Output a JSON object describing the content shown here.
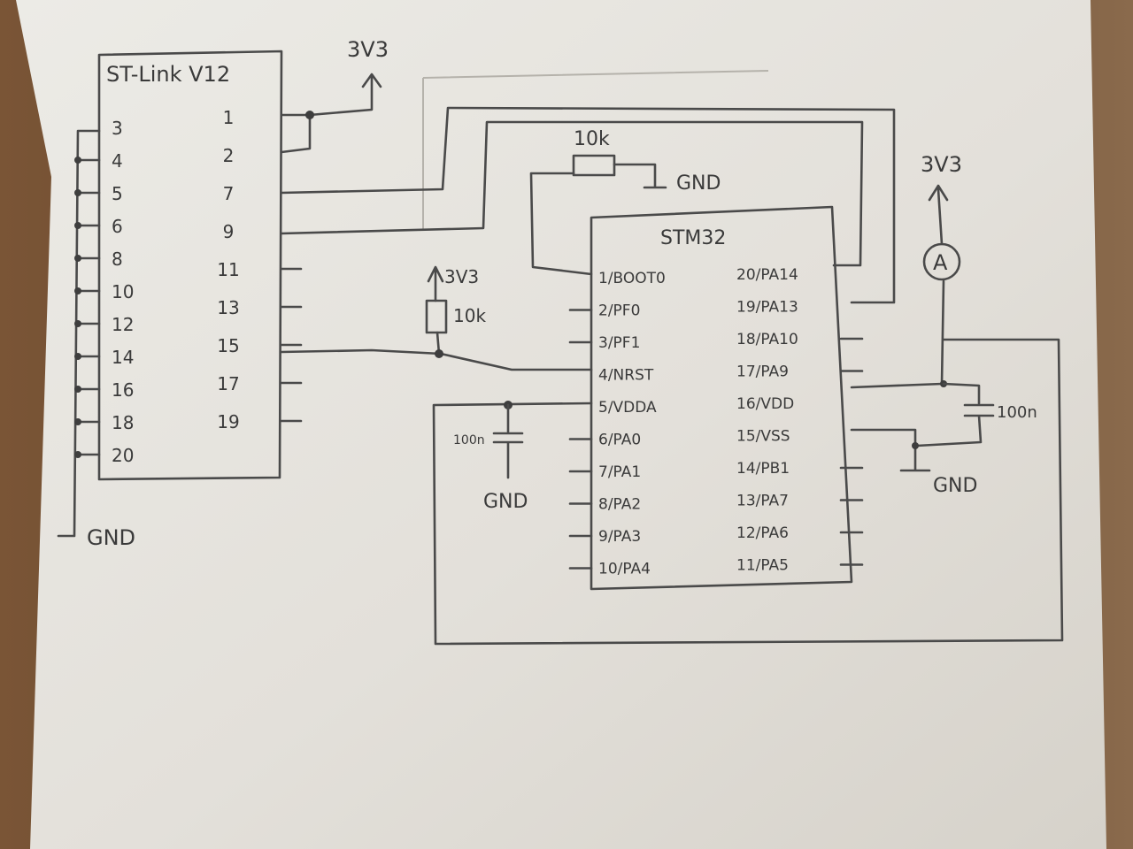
{
  "stlink": {
    "title": "ST-Link V12",
    "left_pins": [
      "3",
      "4",
      "5",
      "6",
      "8",
      "10",
      "12",
      "14",
      "16",
      "18",
      "20"
    ],
    "right_pins": [
      "1",
      "2",
      "7",
      "9",
      "11",
      "13",
      "15",
      "17",
      "19"
    ]
  },
  "stm32": {
    "title": "STM32",
    "left_pins": [
      "1/BOOT0",
      "2/PF0",
      "3/PF1",
      "4/NRST",
      "5/VDDA",
      "6/PA0",
      "7/PA1",
      "8/PA2",
      "9/PA3",
      "10/PA4"
    ],
    "right_pins": [
      "20/PA14",
      "19/PA13",
      "18/PA10",
      "17/PA9",
      "16/VDD",
      "15/VSS",
      "14/PB1",
      "13/PA7",
      "12/PA6",
      "11/PA5"
    ]
  },
  "labels": {
    "v3v3_top": "3V3",
    "v3v3_resistor": "3V3",
    "v3v3_ammeter": "3V3",
    "gnd_stlink": "GND",
    "gnd_boot": "GND",
    "gnd_vdda_cap": "GND",
    "gnd_vdd_cap": "GND",
    "res_boot": "10k",
    "res_nrst": "10k",
    "cap_vdda": "100n",
    "cap_vdd": "100n",
    "ammeter": "A"
  },
  "colors": {
    "paper": "#e6e3dd",
    "pencil": "#4a4a4a",
    "table": "#6b4a2f"
  }
}
